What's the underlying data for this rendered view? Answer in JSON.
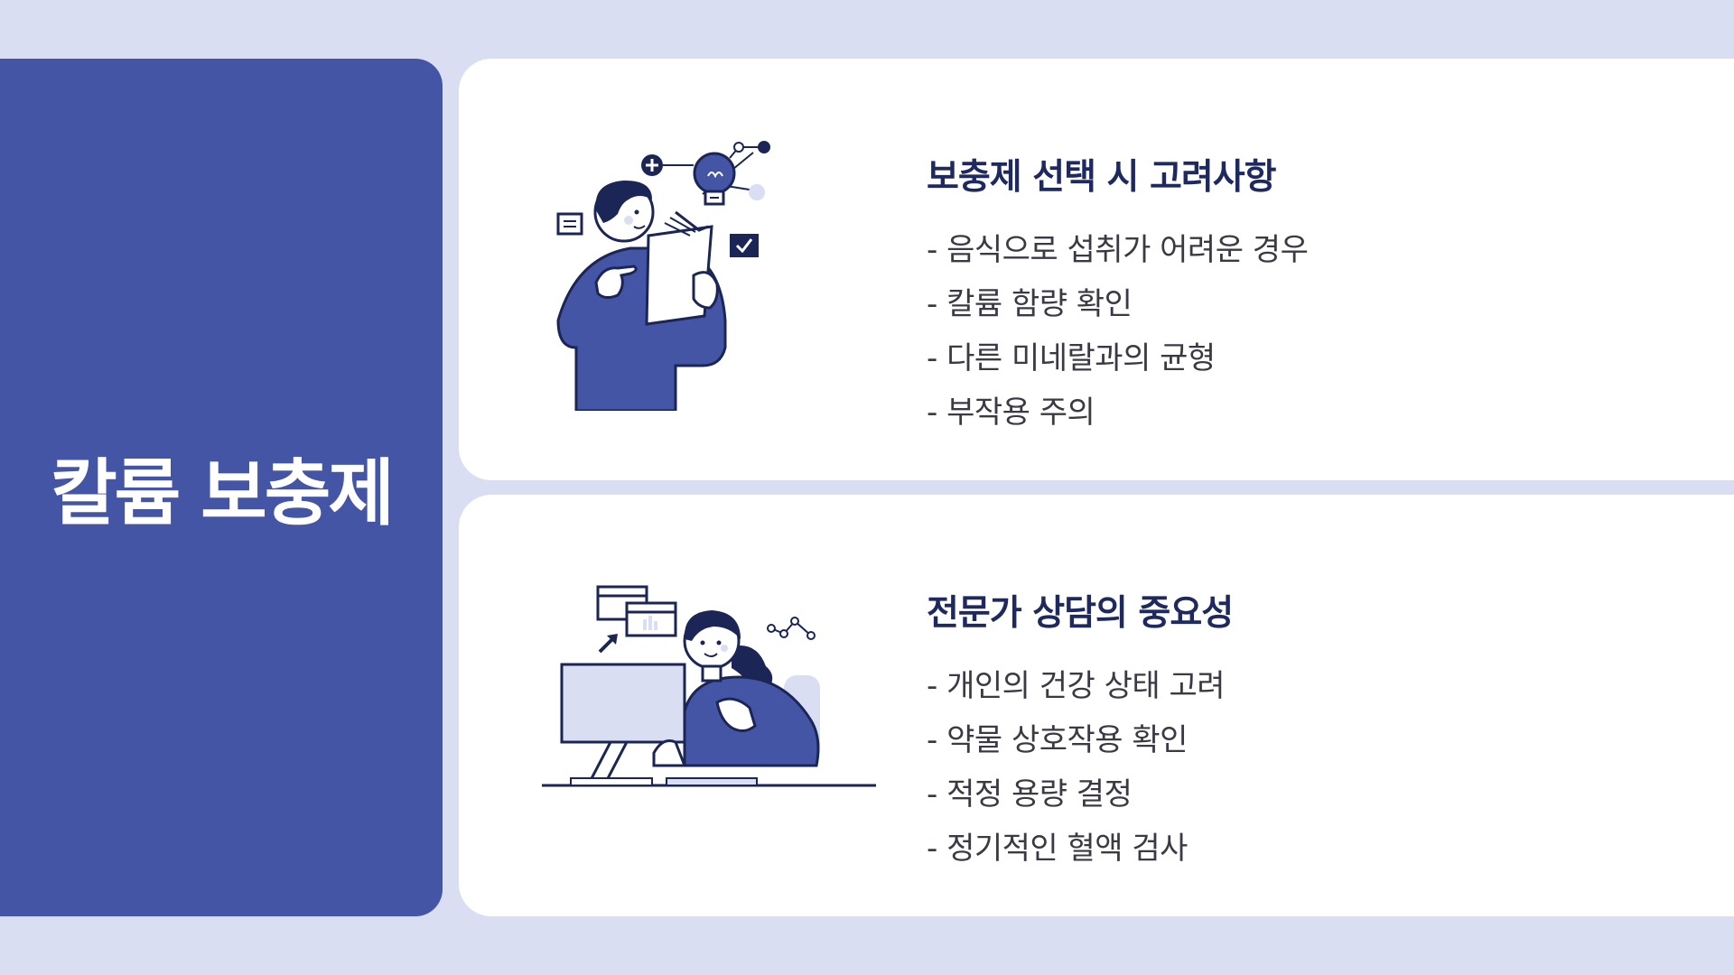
{
  "title": "칼륨 보충제",
  "cards": [
    {
      "heading": "보충제 선택 시 고려사항",
      "items": [
        "- 음식으로 섭취가 어려운 경우",
        "- 칼륨 함량 확인",
        "- 다른 미네랄과의 균형",
        "- 부작용 주의"
      ],
      "illustration": "person-reading-idea-icon"
    },
    {
      "heading": "전문가 상담의 중요성",
      "items": [
        "- 개인의 건강 상태 고려",
        "- 약물 상호작용 확인",
        "- 적정 용량 결정",
        "- 정기적인 혈액 검사"
      ],
      "illustration": "person-at-computer-icon"
    }
  ],
  "colors": {
    "background": "#d9def3",
    "accent": "#4455a6",
    "card": "#ffffff",
    "heading": "#1e2960",
    "dark": "#1b2656"
  }
}
